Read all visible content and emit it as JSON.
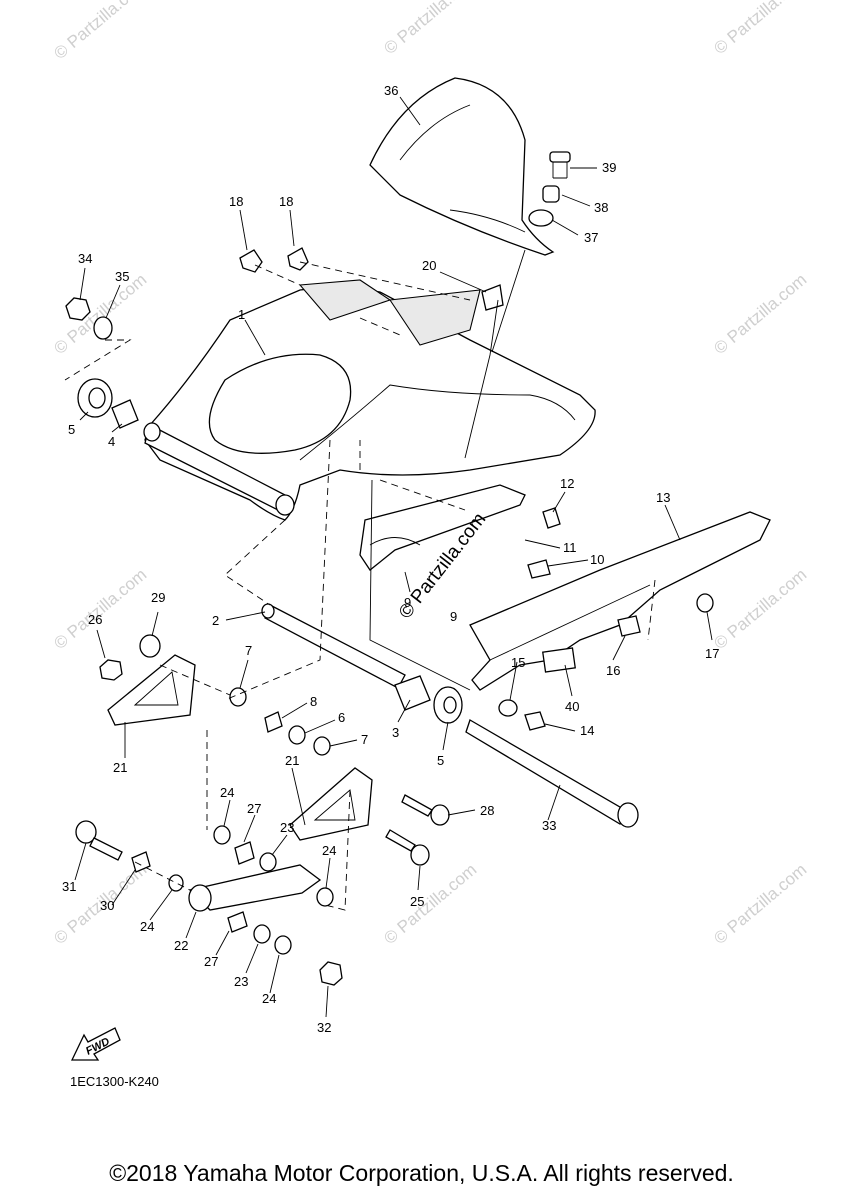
{
  "diagram": {
    "part_code": "1EC1300-K240",
    "copyright": "©2018 Yamaha Motor Corporation, U.S.A. All rights reserved.",
    "fwd_label": "FWD",
    "watermark": "© Partzilla.com",
    "center_watermark": "© Partzilla.com",
    "callouts": [
      "36",
      "39",
      "38",
      "37",
      "18",
      "18",
      "20",
      "34",
      "35",
      "1",
      "5",
      "4",
      "12",
      "13",
      "11",
      "10",
      "9",
      "9",
      "2",
      "29",
      "26",
      "7",
      "8",
      "6",
      "3",
      "5",
      "15",
      "40",
      "16",
      "17",
      "14",
      "21",
      "7",
      "21",
      "28",
      "33",
      "24",
      "27",
      "23",
      "24",
      "31",
      "30",
      "24",
      "22",
      "27",
      "23",
      "24",
      "25",
      "32"
    ]
  }
}
